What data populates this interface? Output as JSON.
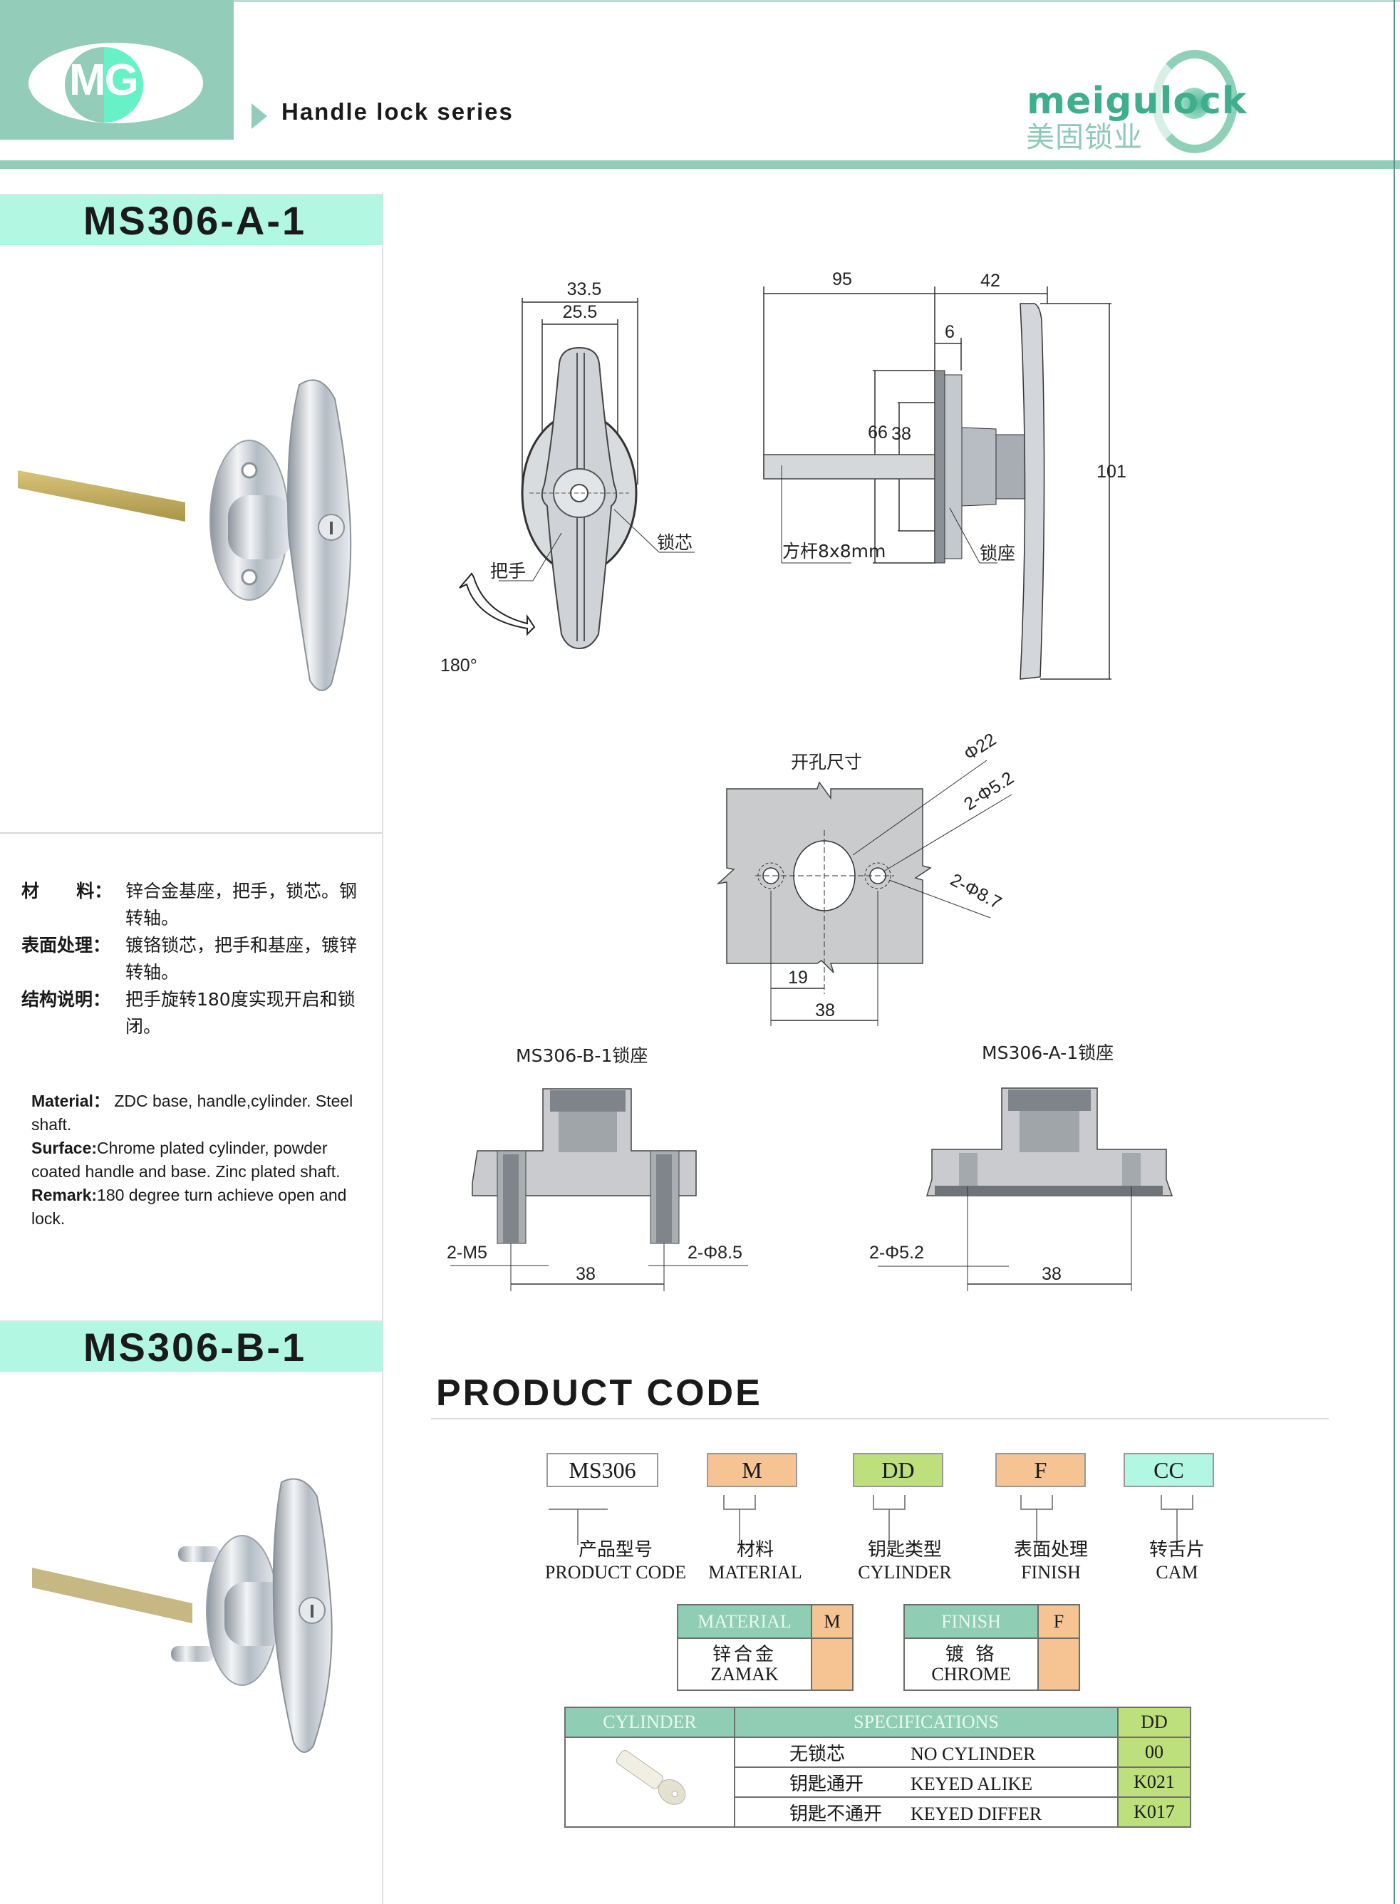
{
  "header": {
    "logo_text": "MG",
    "series_title": "Handle lock series",
    "brand_name": "meigulock",
    "brand_name_cn": "美固锁业"
  },
  "models": [
    {
      "name": "MS306-A-1"
    },
    {
      "name": "MS306-B-1"
    }
  ],
  "spec_cn": [
    {
      "label": "材      料：",
      "value": "锌合金基座，把手，锁芯。钢转轴。"
    },
    {
      "label": "表面处理：",
      "value": "镀铬锁芯，把手和基座，镀锌转轴。"
    },
    {
      "label": "结构说明：",
      "value": "把手旋转180度实现开启和锁闭。"
    }
  ],
  "spec_en": [
    {
      "label": "Material：",
      "value": "ZDC base, handle,cylinder. Steel shaft."
    },
    {
      "label": "Surface:",
      "value": "Chrome plated cylinder, powder coated handle and base. Zinc plated shaft."
    },
    {
      "label": "Remark:",
      "value": "180 degree turn achieve open and lock."
    }
  ],
  "drawings": {
    "front_view": {
      "dim_outer": "33.5",
      "dim_inner": "25.5",
      "label_cylinder": "锁芯",
      "label_handle": "把手",
      "rotation": "180°"
    },
    "side_view": {
      "dim_shaft": "95",
      "dim_depth": "42",
      "dim_base": "6",
      "dim_base_height": "66",
      "dim_hole_spacing": "38",
      "dim_handle_height": "101",
      "label_shaft": "方杆8x8mm",
      "label_seat": "锁座"
    },
    "cutout": {
      "title": "开孔尺寸",
      "center_hole": "Φ22",
      "small_holes": "2-Φ5.2",
      "counterbore": "2-Φ8.7",
      "dim_half": "19",
      "dim_full": "38"
    },
    "seat_b": {
      "title": "MS306-B-1锁座",
      "thread": "2-M5",
      "boss": "2-Φ8.5",
      "spacing": "38"
    },
    "seat_a": {
      "title": "MS306-A-1锁座",
      "holes": "2-Φ5.2",
      "spacing": "38"
    }
  },
  "product_code": {
    "title": "PRODUCT CODE",
    "segments": [
      {
        "code": "MS306",
        "cn": "产品型号",
        "en": "PRODUCT CODE",
        "color": "#ffffff"
      },
      {
        "code": "M",
        "cn": "材料",
        "en": "MATERIAL",
        "color": "#f6c493"
      },
      {
        "code": "DD",
        "cn": "钥匙类型",
        "en": "CYLINDER",
        "color": "#bddf7c"
      },
      {
        "code": "F",
        "cn": "表面处理",
        "en": "FINISH",
        "color": "#f6c493"
      },
      {
        "code": "CC",
        "cn": "转舌片",
        "en": "CAM",
        "color": "#b1f7e2"
      }
    ],
    "material_table": {
      "header": "MATERIAL",
      "code": "M",
      "cn": "锌合金",
      "en": "ZAMAK"
    },
    "finish_table": {
      "header": "FINISH",
      "code": "F",
      "cn": "镀 铬",
      "en": "CHROME"
    },
    "cylinder_table": {
      "headers": {
        "cylinder": "CYLINDER",
        "specs": "SPECIFICATIONS",
        "code": "DD"
      },
      "rows": [
        {
          "cn": "无锁芯",
          "en": "NO CYLINDER",
          "code": "00"
        },
        {
          "cn": "钥匙通开",
          "en": "KEYED ALIKE",
          "code": "K021"
        },
        {
          "cn": "钥匙不通开",
          "en": "KEYED DIFFER",
          "code": "K017"
        }
      ]
    }
  },
  "colors": {
    "brand_green": "#93ccb8",
    "model_band": "#b1f7e2",
    "logo_accent": "#66f2c6",
    "orange_code": "#f6c493",
    "green_code": "#bddf7c"
  }
}
